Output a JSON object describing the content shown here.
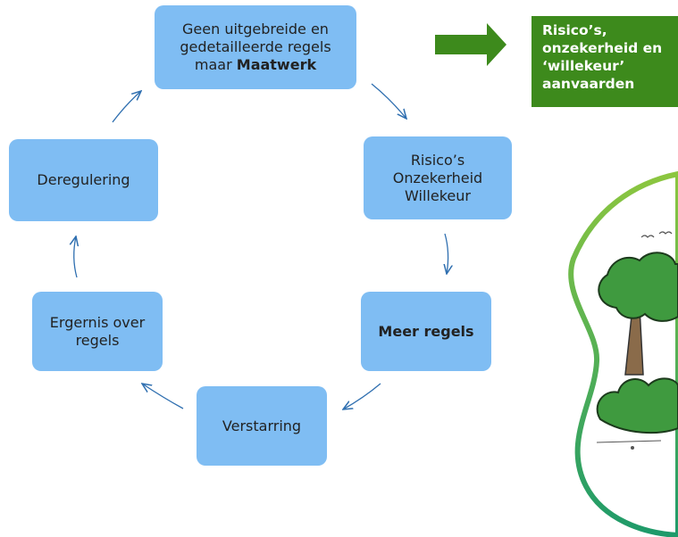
{
  "cycle": {
    "node1": {
      "line1": "Geen uitgebreide en",
      "line2": "gedetailleerde regels",
      "line3_prefix": "maar ",
      "line3_bold": "Maatwerk"
    },
    "node2": {
      "line1": "Risico’s",
      "line2": "Onzekerheid",
      "line3": "Willekeur"
    },
    "node3": {
      "label": "Meer regels"
    },
    "node4": {
      "label": "Verstarring"
    },
    "node5": {
      "line1": "Ergernis over",
      "line2": "regels"
    },
    "node6": {
      "label": "Deregulering"
    }
  },
  "callout": {
    "lines": [
      "Risico’s,",
      "onzekerheid en",
      "‘willekeur’",
      "aanvaarden"
    ]
  },
  "colors": {
    "node_fill": "#7fbdf3",
    "cycle_arrow": "#2f6fb0",
    "callout_fill": "#3d8a1c",
    "big_arrow": "#3d8a1c",
    "blob_border_top": "#8cc63f",
    "blob_border_bottom": "#1e9a6a"
  },
  "illustration": {
    "subject": "tree-with-birds-and-bushes"
  }
}
